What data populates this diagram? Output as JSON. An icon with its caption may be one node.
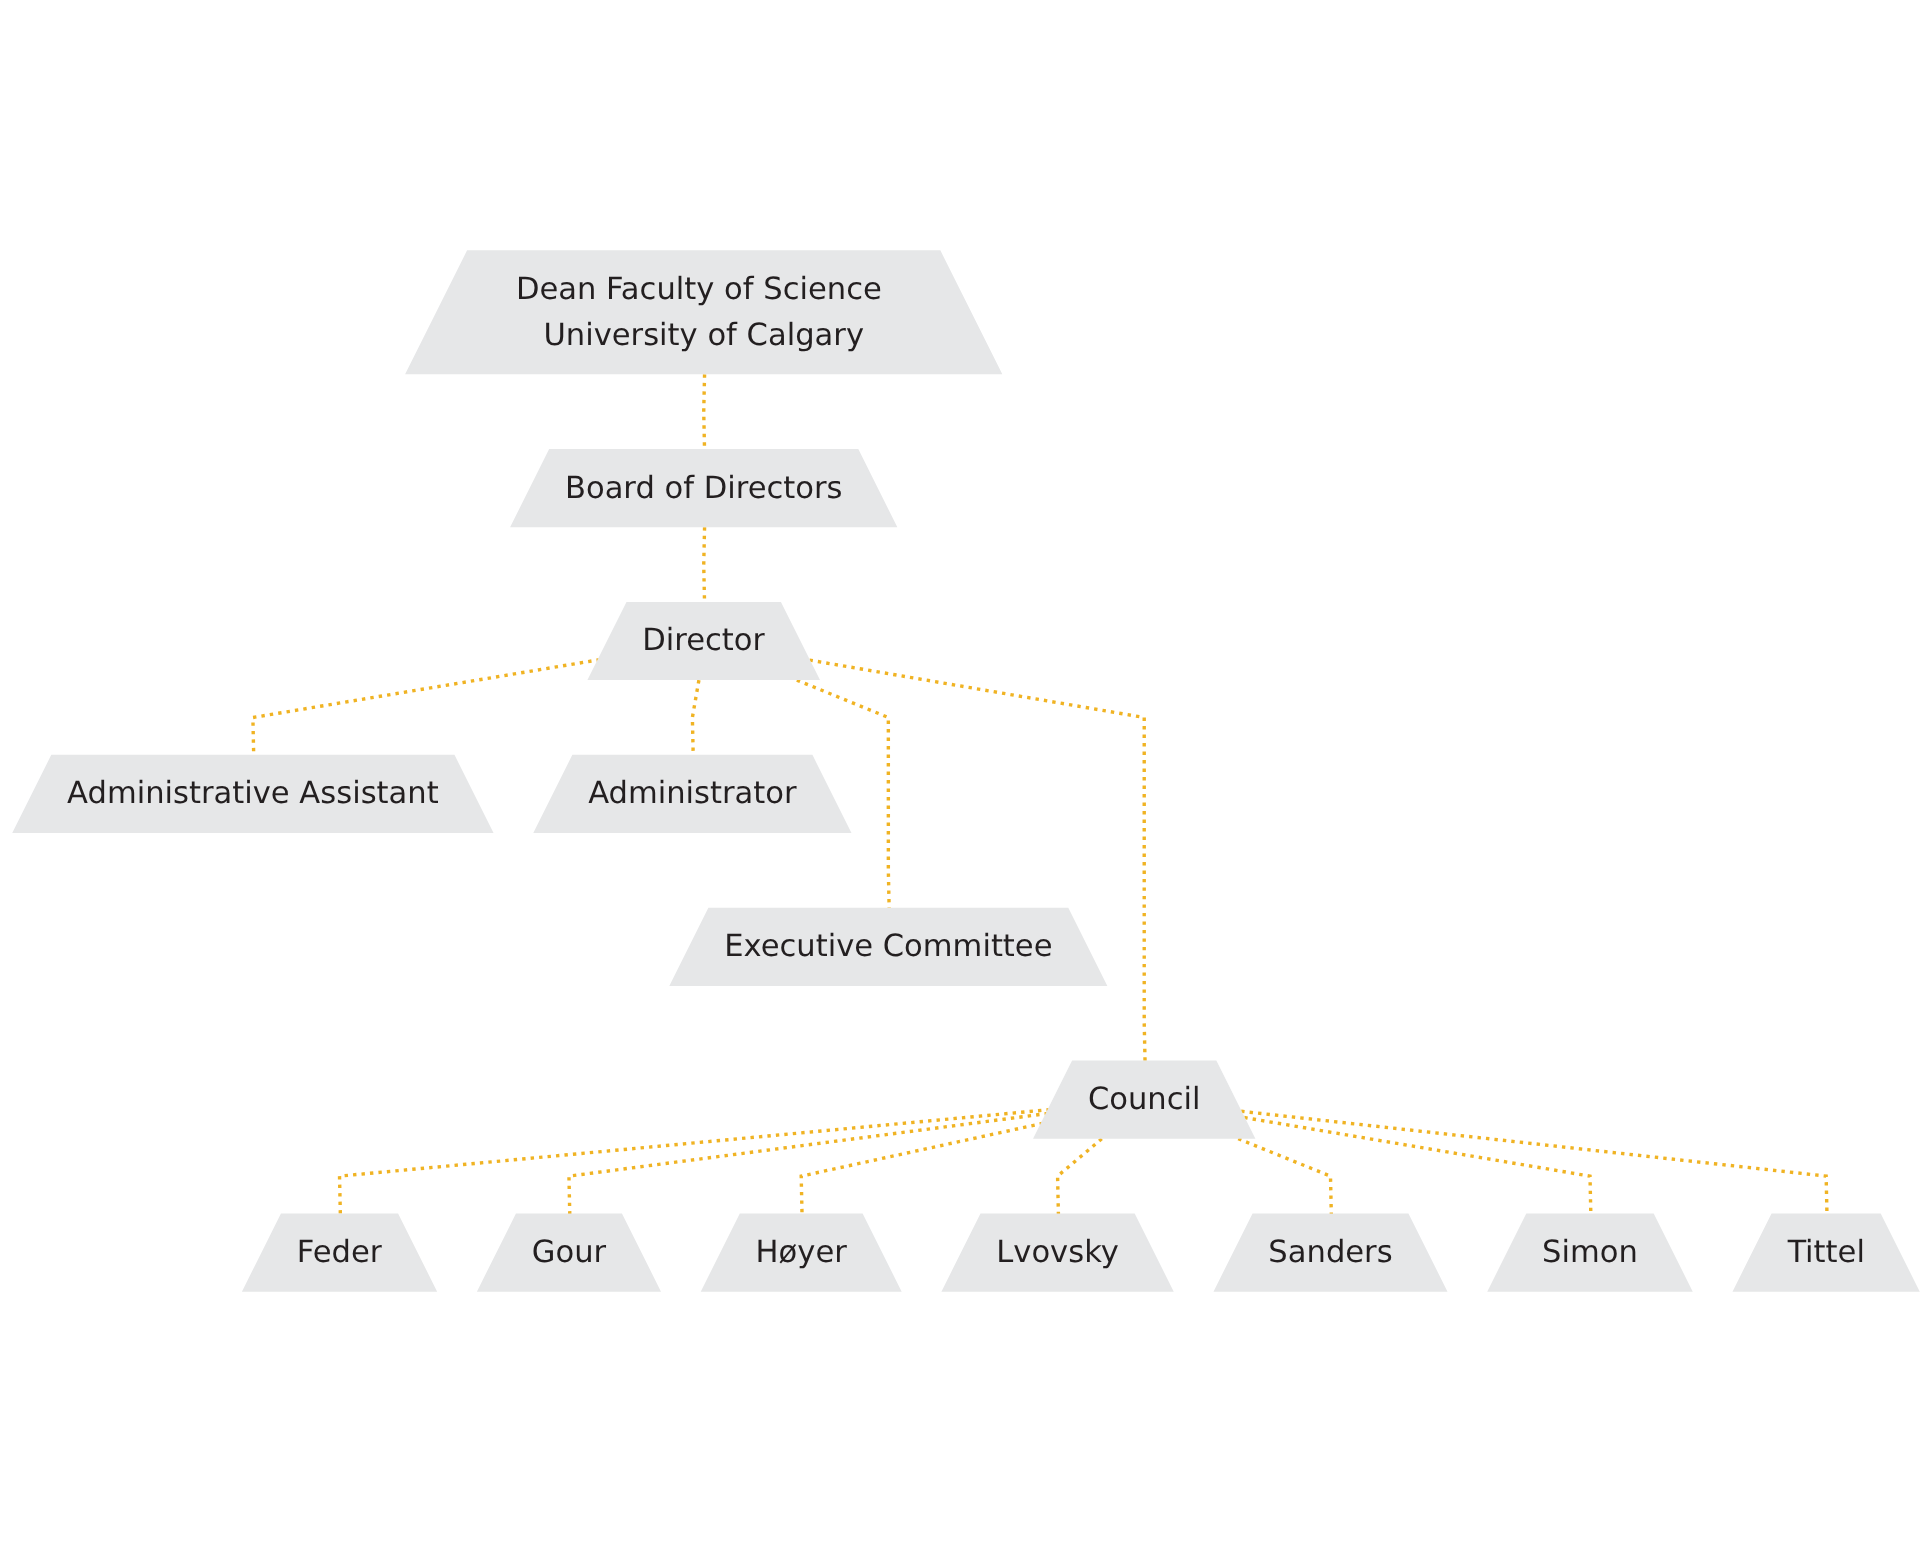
{
  "diagram": {
    "nodes": [
      {
        "text": [
          "Dean Faculty of Science University of Calgary"
        ]
      },
      {
        "text": [
          "Board of Directors"
        ]
      },
      {
        "text": [
          "Director"
        ]
      },
      {
        "text": [
          "Administrative Assistant"
        ]
      },
      {
        "text": [
          "Administrator"
        ]
      },
      {
        "text": [
          "Executive Committee"
        ]
      },
      {
        "text": [
          "Council"
        ]
      },
      {
        "text": [
          "Feder"
        ]
      },
      {
        "text": [
          "Gour"
        ]
      },
      {
        "text": [
          "Høyer"
        ]
      },
      {
        "text": [
          "Lvovsky"
        ]
      },
      {
        "text": [
          "Sanders"
        ]
      },
      {
        "text": [
          "Simon"
        ]
      },
      {
        "text": [
          "Tittel"
        ]
      }
    ],
    "edges": [
      {
        "from": 0,
        "to": 1,
        "arrow": "none",
        "style": "dashed"
      },
      {
        "from": 1,
        "to": 2,
        "arrow": "none",
        "style": "dashed"
      },
      {
        "from": 2,
        "to": 3,
        "arrow": "none",
        "style": "dashed"
      },
      {
        "from": 2,
        "to": 4,
        "arrow": "none",
        "style": "dashed"
      },
      {
        "from": 2,
        "to": 5,
        "arrow": "none",
        "style": "dashed"
      },
      {
        "from": 2,
        "to": 6,
        "arrow": "none",
        "style": "dashed"
      },
      {
        "from": 6,
        "to": 7,
        "arrow": "none",
        "style": "dashed"
      },
      {
        "from": 6,
        "to": 8,
        "arrow": "none",
        "style": "dashed"
      },
      {
        "from": 6,
        "to": 9,
        "arrow": "none",
        "style": "dashed"
      },
      {
        "from": 6,
        "to": 10,
        "arrow": "none",
        "style": "dashed"
      },
      {
        "from": 6,
        "to": 11,
        "arrow": "none",
        "style": "dashed"
      },
      {
        "from": 6,
        "to": 12,
        "arrow": "none",
        "style": "dashed"
      },
      {
        "from": 6,
        "to": 13,
        "arrow": "none",
        "style": "dashed"
      }
    ]
  }
}
